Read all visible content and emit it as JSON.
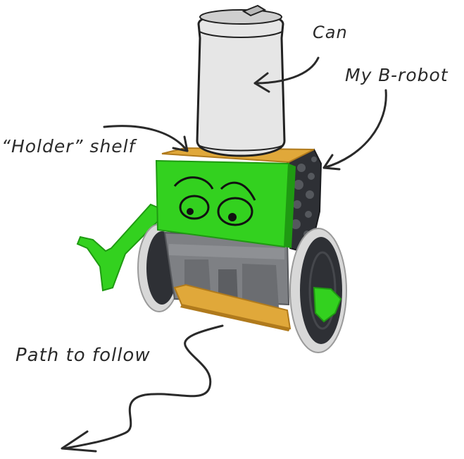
{
  "labels": {
    "can": "Can",
    "robot": "My B-robot",
    "shelf": "“Holder” shelf",
    "path": "Path to follow"
  },
  "colors": {
    "ink": "#2a2a2a",
    "green": "#33d11f",
    "green_dark": "#1f9a12",
    "wood": "#e0a83a",
    "body_grey": "#7e8084",
    "panel_dark": "#2e3035",
    "wheel": "#d8d8d8",
    "can_silver": "#e6e6e6"
  }
}
